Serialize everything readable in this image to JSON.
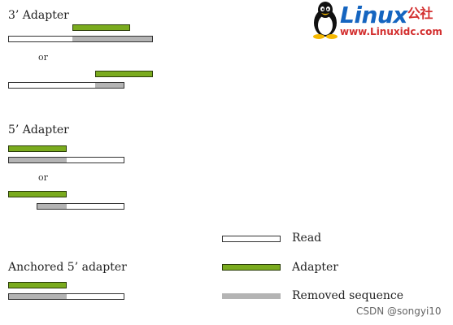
{
  "logo": {
    "brand": "Linux",
    "brand_cn": "公社",
    "url": "www.Linuxidc.com"
  },
  "watermark": "CSDN @songyi10",
  "sections": {
    "adapter3": {
      "title": "3’ Adapter",
      "or": "or"
    },
    "adapter5": {
      "title": "5’ Adapter",
      "or": "or"
    },
    "anchored5": {
      "title": "Anchored 5’ adapter"
    }
  },
  "legend": {
    "read": "Read",
    "adapter": "Adapter",
    "removed": "Removed sequence"
  },
  "colors": {
    "adapter": "#7aab1e",
    "removed": "#b4b4b4",
    "read": "#ffffff"
  }
}
